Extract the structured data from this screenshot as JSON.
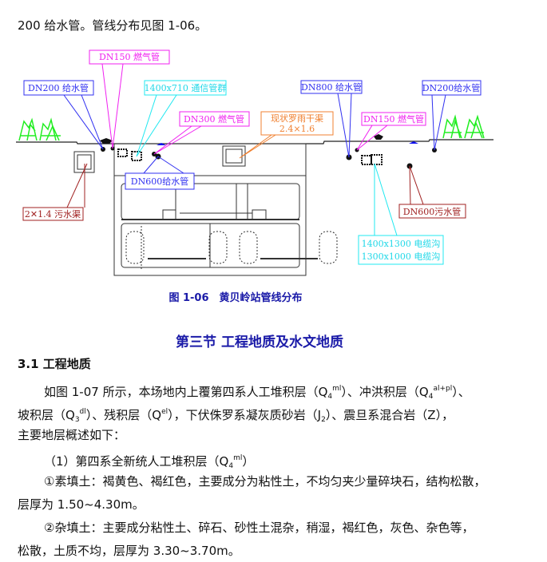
{
  "intro_line": "200 给水管。管线分布见图 1-06。",
  "figure": {
    "labels": {
      "dn150_gas_left": "DN150 燃气管",
      "dn200_water_left": "DN200 给水管",
      "telecom": "1400x710 通信管群",
      "dn300_gas": "DN300 燃气管",
      "canal_name": "现状罗雨干渠",
      "canal_size": "2.4×1.6",
      "dn800_water": "DN800 给水管",
      "dn150_gas_right": "DN150 燃气管",
      "dn200_water_right": "DN200给水管",
      "dn600_water": "DN600给水管",
      "sewer_channel": "2✕1.4 污水渠",
      "dn600_sewer": "DN600污水管",
      "cable_1": "1400x1300 电缆沟",
      "cable_2": "1300x1000 电缆沟"
    },
    "colors": {
      "blue": "#3030f0",
      "magenta": "#f020f0",
      "cyan": "#20e8f0",
      "orange": "#f08030",
      "darkred": "#a02020",
      "green": "#22ee22"
    },
    "caption": "图 1-06　黄贝岭站管线分布"
  },
  "section_title": "第三节  工程地质及水文地质",
  "subsection_title": "3.1  工程地质",
  "para1": {
    "a": "如图 1-07 所示，本场地内上覆第四系人工堆积层（Q",
    "a_sub": "4",
    "a_sup": "ml",
    "b": "）、冲洪积层（Q",
    "b_sub": "4",
    "b_sup": "al+pl",
    "c": "）、",
    "d": "坡积层（Q",
    "d_sub": "3",
    "d_sup": "dl",
    "e": "）、残积层（Q",
    "e_sup": "el",
    "f": "），下伏侏罗系凝灰质砂岩（J",
    "f_sub": "2",
    "g": "）、震旦系混合岩（Z），",
    "h": "主要地层概述如下："
  },
  "item1": {
    "text": "（1）第四系全新统人工堆积层（Q",
    "sub": "4",
    "sup": "ml",
    "end": "）"
  },
  "fill1": {
    "line1": "①素填土：褐黄色、褐红色，主要成分为粘性土，不均匀夹少量碎块石，结构松散，",
    "line2": "层厚为 1.50~4.30m。"
  },
  "fill2": {
    "line1": "②杂填土：主要成分粘性土、碎石、砂性土混杂，稍湿，褐红色，灰色、杂色等，",
    "line2": "松散，土质不均，层厚为 3.30~3.70m。"
  }
}
